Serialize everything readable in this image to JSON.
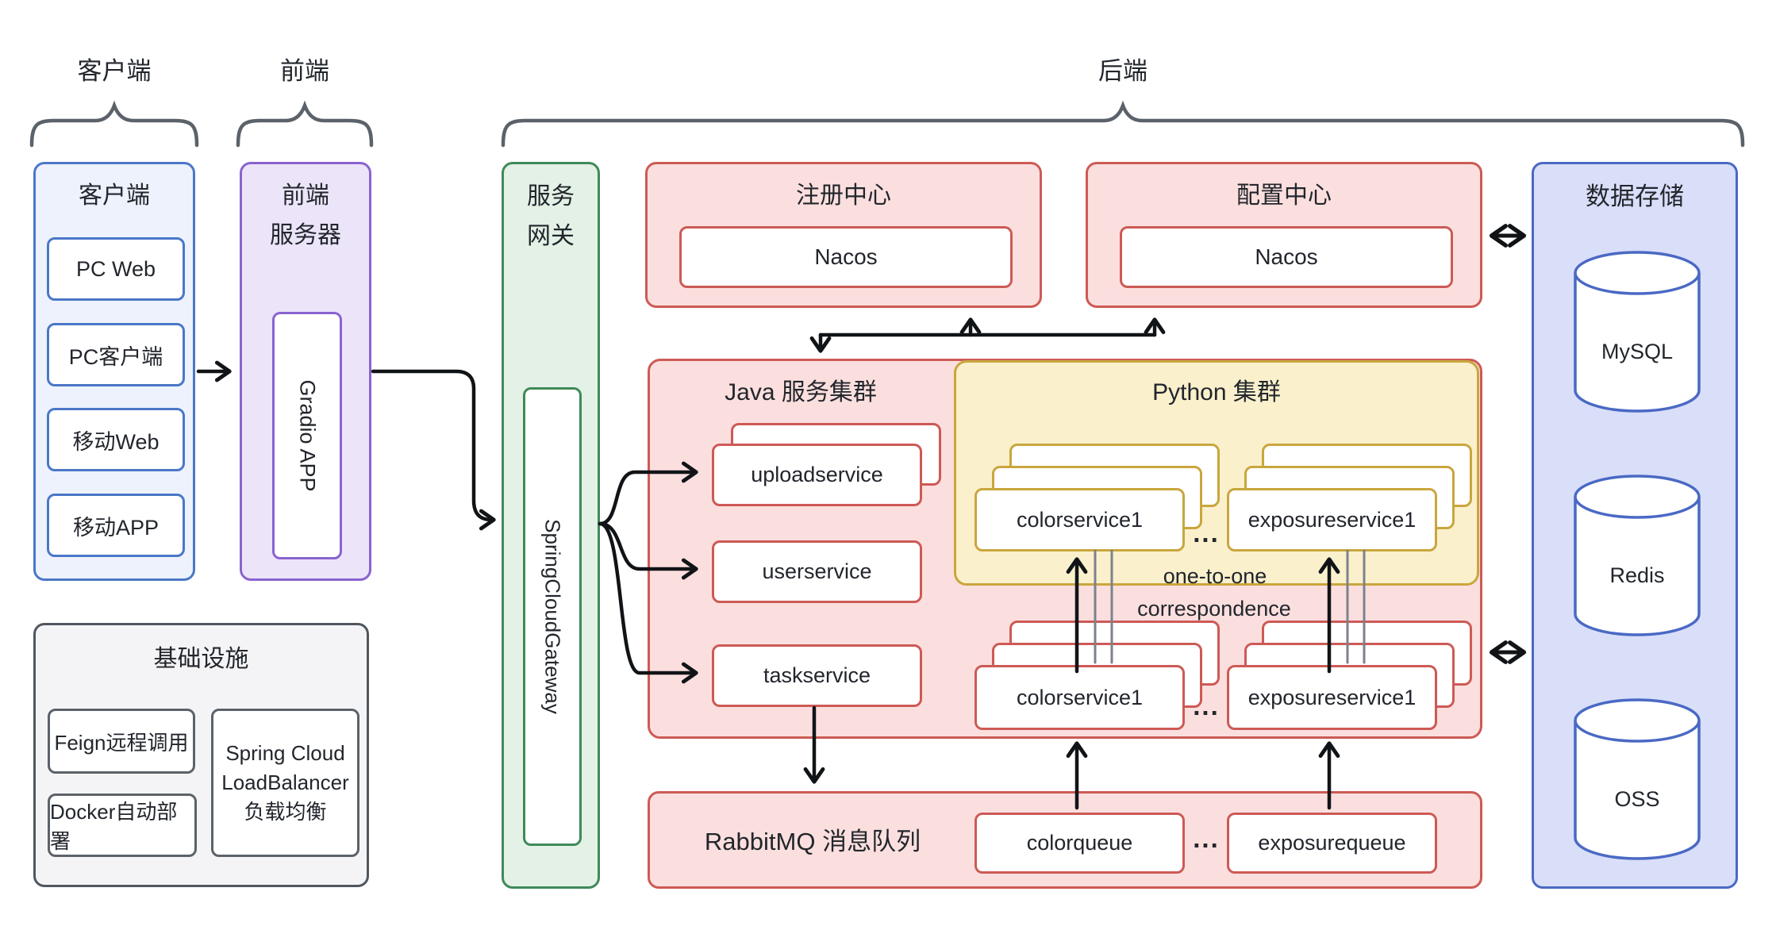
{
  "groups": {
    "client_brace": "客户端",
    "frontend_brace": "前端",
    "backend_brace": "后端"
  },
  "client": {
    "title": "客户端",
    "items": [
      "PC Web",
      "PC客户端",
      "移动Web",
      "移动APP"
    ]
  },
  "frontend": {
    "title": "前端",
    "subtitle": "服务器",
    "app": "Gradio APP"
  },
  "gateway": {
    "title": "服务",
    "subtitle": "网关",
    "app": "SpringCloudGateway"
  },
  "registry": {
    "title": "注册中心",
    "item": "Nacos"
  },
  "config_center": {
    "title": "配置中心",
    "item": "Nacos"
  },
  "storage": {
    "title": "数据存储",
    "items": [
      "MySQL",
      "Redis",
      "OSS"
    ]
  },
  "java_cluster": {
    "title": "Java 服务集群",
    "services": [
      "uploadservice",
      "userservice",
      "taskservice"
    ]
  },
  "python_cluster": {
    "title": "Python 集群",
    "left_service": "colorservice1",
    "right_service": "exposureservice1",
    "ellipsis": "...",
    "note1": "one-to-one",
    "note2": "correspondence"
  },
  "workers": {
    "left_service": "colorservice1",
    "right_service": "exposureservice1",
    "ellipsis": "..."
  },
  "mq": {
    "title": "RabbitMQ 消息队列",
    "left_queue": "colorqueue",
    "right_queue": "exposurequeue",
    "ellipsis": "..."
  },
  "infra": {
    "title": "基础设施",
    "item1": "Feign远程调用",
    "item2": "Docker自动部署",
    "item3_lines": [
      "Spring Cloud",
      "LoadBalancer",
      "负载均衡"
    ]
  },
  "colors": {
    "red_border": "#cd5a55",
    "red_fill": "#fbdfde",
    "yellow_border": "#c9a63d",
    "yellow_fill": "#faf0cc",
    "green_border": "#3f8a58",
    "green_fill": "#e3f1e6",
    "blue_border": "#4a77c8",
    "blue_fill": "#edf2fc",
    "storage_border": "#4a69c4",
    "storage_fill": "#d9def9",
    "purple_border": "#8a63cf",
    "purple_fill": "#ece5fa",
    "gray_border": "#4f565e",
    "gray_fill": "#f4f4f6",
    "brace": "#5b6269",
    "arrow": "#111417",
    "text": "#22262c"
  }
}
